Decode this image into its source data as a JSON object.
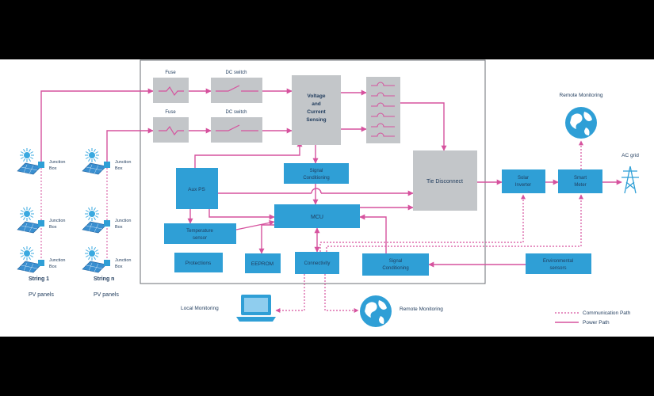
{
  "labels": {
    "fuse_top": "Fuse",
    "fuse_bottom": "Fuse",
    "dc_switch_top": "DC switch",
    "dc_switch_bottom": "DC switch",
    "vcs_line1": "Voltage",
    "vcs_line2": "and",
    "vcs_line3": "Current",
    "vcs_line4": "Sensing",
    "signal_conditioning_top_line1": "Signal",
    "signal_conditioning_top_line2": "Conditioning",
    "tie_disconnect": "Tie Disconnect",
    "aux_ps": "Aux PS",
    "mcu": "MCU",
    "temperature_sensor_line1": "Temperature",
    "temperature_sensor_line2": "sensor",
    "protections": "Protections",
    "eeprom": "EEPROM",
    "connectivity": "Connectivity",
    "signal_conditioning_bottom_line1": "Signal",
    "signal_conditioning_bottom_line2": "Conditioning",
    "solar_inverter_line1": "Solar",
    "solar_inverter_line2": "Inverter",
    "smart_meter_line1": "Smart",
    "smart_meter_line2": "Meter",
    "environmental_sensors_line1": "Environmental",
    "environmental_sensors_line2": "sensors",
    "remote_monitoring_top": "Remote Monitoring",
    "remote_monitoring_bottom": "Remote Monitoring",
    "local_monitoring": "Local Monitoring",
    "ac_grid": "AC grid",
    "string_1": "String 1",
    "string_n": "String n",
    "pv_panels_1": "PV panels",
    "pv_panels_n": "PV panels",
    "junction_box_line1": "Junction",
    "junction_box_line2": "Box"
  },
  "legend": {
    "communication_path": "Communication Path",
    "power_path": "Power Path"
  },
  "colors": {
    "power_path": "#d6529e",
    "communication_path": "#d6529e",
    "block_blue": "#2f9fd6",
    "block_gray": "#c3c6c9",
    "panel_blue": "#3a8fd0",
    "sun_blue": "#3aa9e0",
    "text_dark": "#1f3b5c",
    "background": "#ffffff",
    "letterbox": "#000000"
  }
}
